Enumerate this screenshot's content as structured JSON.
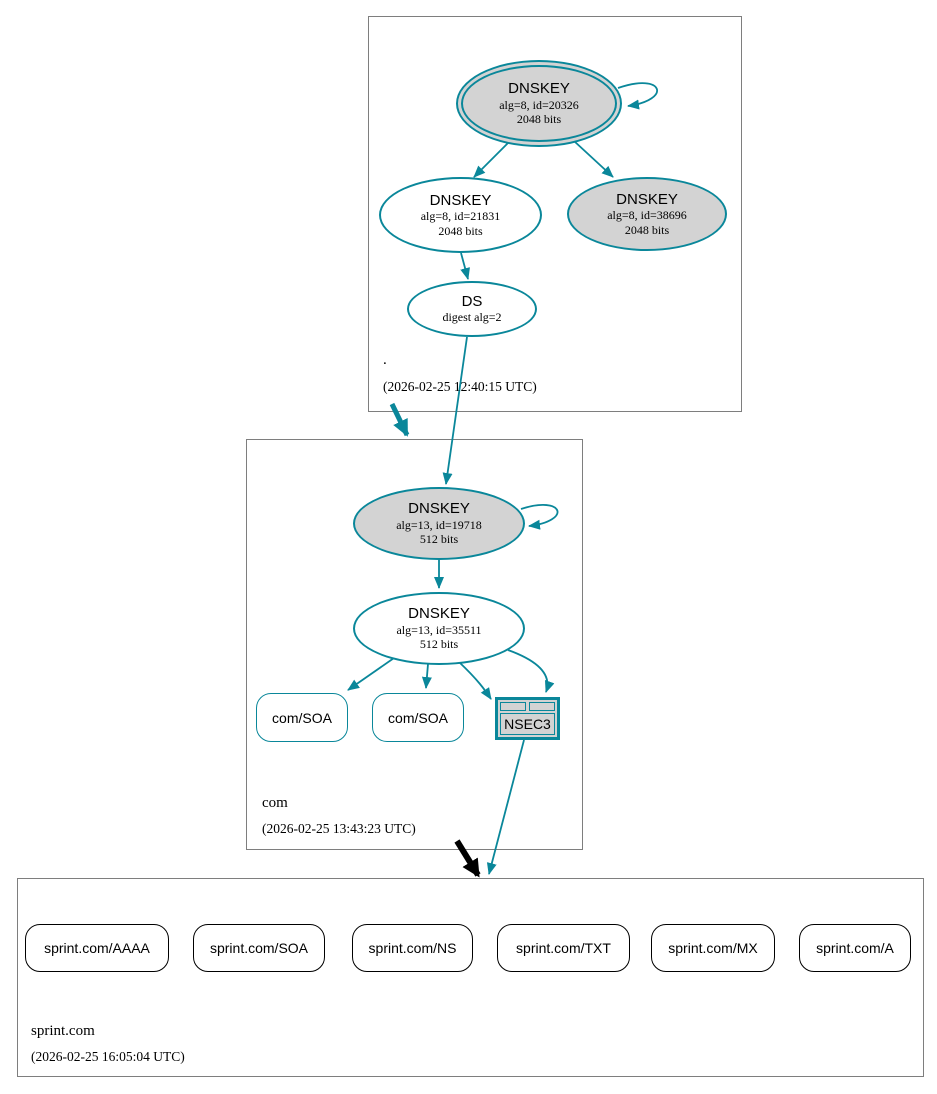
{
  "diagram_type": "dnssec-authentication-chain",
  "colors": {
    "secure_teal": "#0a879a",
    "insecure_black": "#000000",
    "node_fill_gray": "#d3d3d3",
    "node_fill_white": "#ffffff",
    "zone_box_border": "#7e7e7e"
  },
  "zones": [
    {
      "name": ".",
      "timestamp": "(2026-02-25 12:40:15 UTC)",
      "nodes": [
        {
          "title": "DNSKEY",
          "sub1": "alg=8, id=20326",
          "sub2": "2048 bits"
        },
        {
          "title": "DNSKEY",
          "sub1": "alg=8, id=21831",
          "sub2": "2048 bits"
        },
        {
          "title": "DNSKEY",
          "sub1": "alg=8, id=38696",
          "sub2": "2048 bits"
        },
        {
          "title": "DS",
          "sub1": "digest alg=2"
        }
      ]
    },
    {
      "name": "com",
      "timestamp": "(2026-02-25 13:43:23 UTC)",
      "nodes": [
        {
          "title": "DNSKEY",
          "sub1": "alg=13, id=19718",
          "sub2": "512 bits"
        },
        {
          "title": "DNSKEY",
          "sub1": "alg=13, id=35511",
          "sub2": "512 bits"
        },
        {
          "label": "com/SOA"
        },
        {
          "label": "com/SOA"
        },
        {
          "label": "NSEC3"
        }
      ]
    },
    {
      "name": "sprint.com",
      "timestamp": "(2026-02-25 16:05:04 UTC)",
      "rrsets": [
        "sprint.com/AAAA",
        "sprint.com/SOA",
        "sprint.com/NS",
        "sprint.com/TXT",
        "sprint.com/MX",
        "sprint.com/A"
      ]
    }
  ]
}
